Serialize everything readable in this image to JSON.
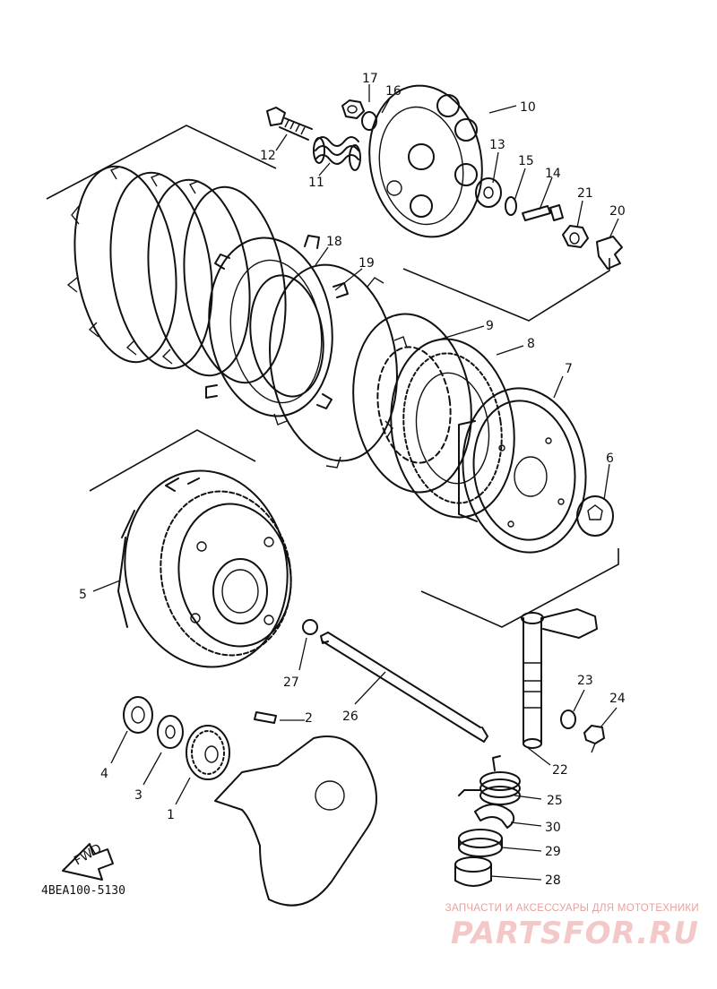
{
  "diagram": {
    "drawing_code": "4BEA100-5130",
    "fwd_label": "FWD",
    "callouts": {
      "p1": "1",
      "p2": "2",
      "p3": "3",
      "p4": "4",
      "p5": "5",
      "p6": "6",
      "p7": "7",
      "p8": "8",
      "p9": "9",
      "p10": "10",
      "p11": "11",
      "p12": "12",
      "p13": "13",
      "p14": "14",
      "p15": "15",
      "p16": "16",
      "p17": "17",
      "p18": "18",
      "p19": "19",
      "p20": "20",
      "p21": "21",
      "p22": "22",
      "p23": "23",
      "p24": "24",
      "p25": "25",
      "p26": "26",
      "p27": "27",
      "p28": "28",
      "p29": "29",
      "p30": "30"
    }
  },
  "watermark": {
    "tagline": "ЗАПЧАСТИ И АКСЕССУАРЫ ДЛЯ МОТОТЕХНИКИ",
    "logo": "PARTSFOR.RU",
    "color": "#e8a0a0"
  }
}
